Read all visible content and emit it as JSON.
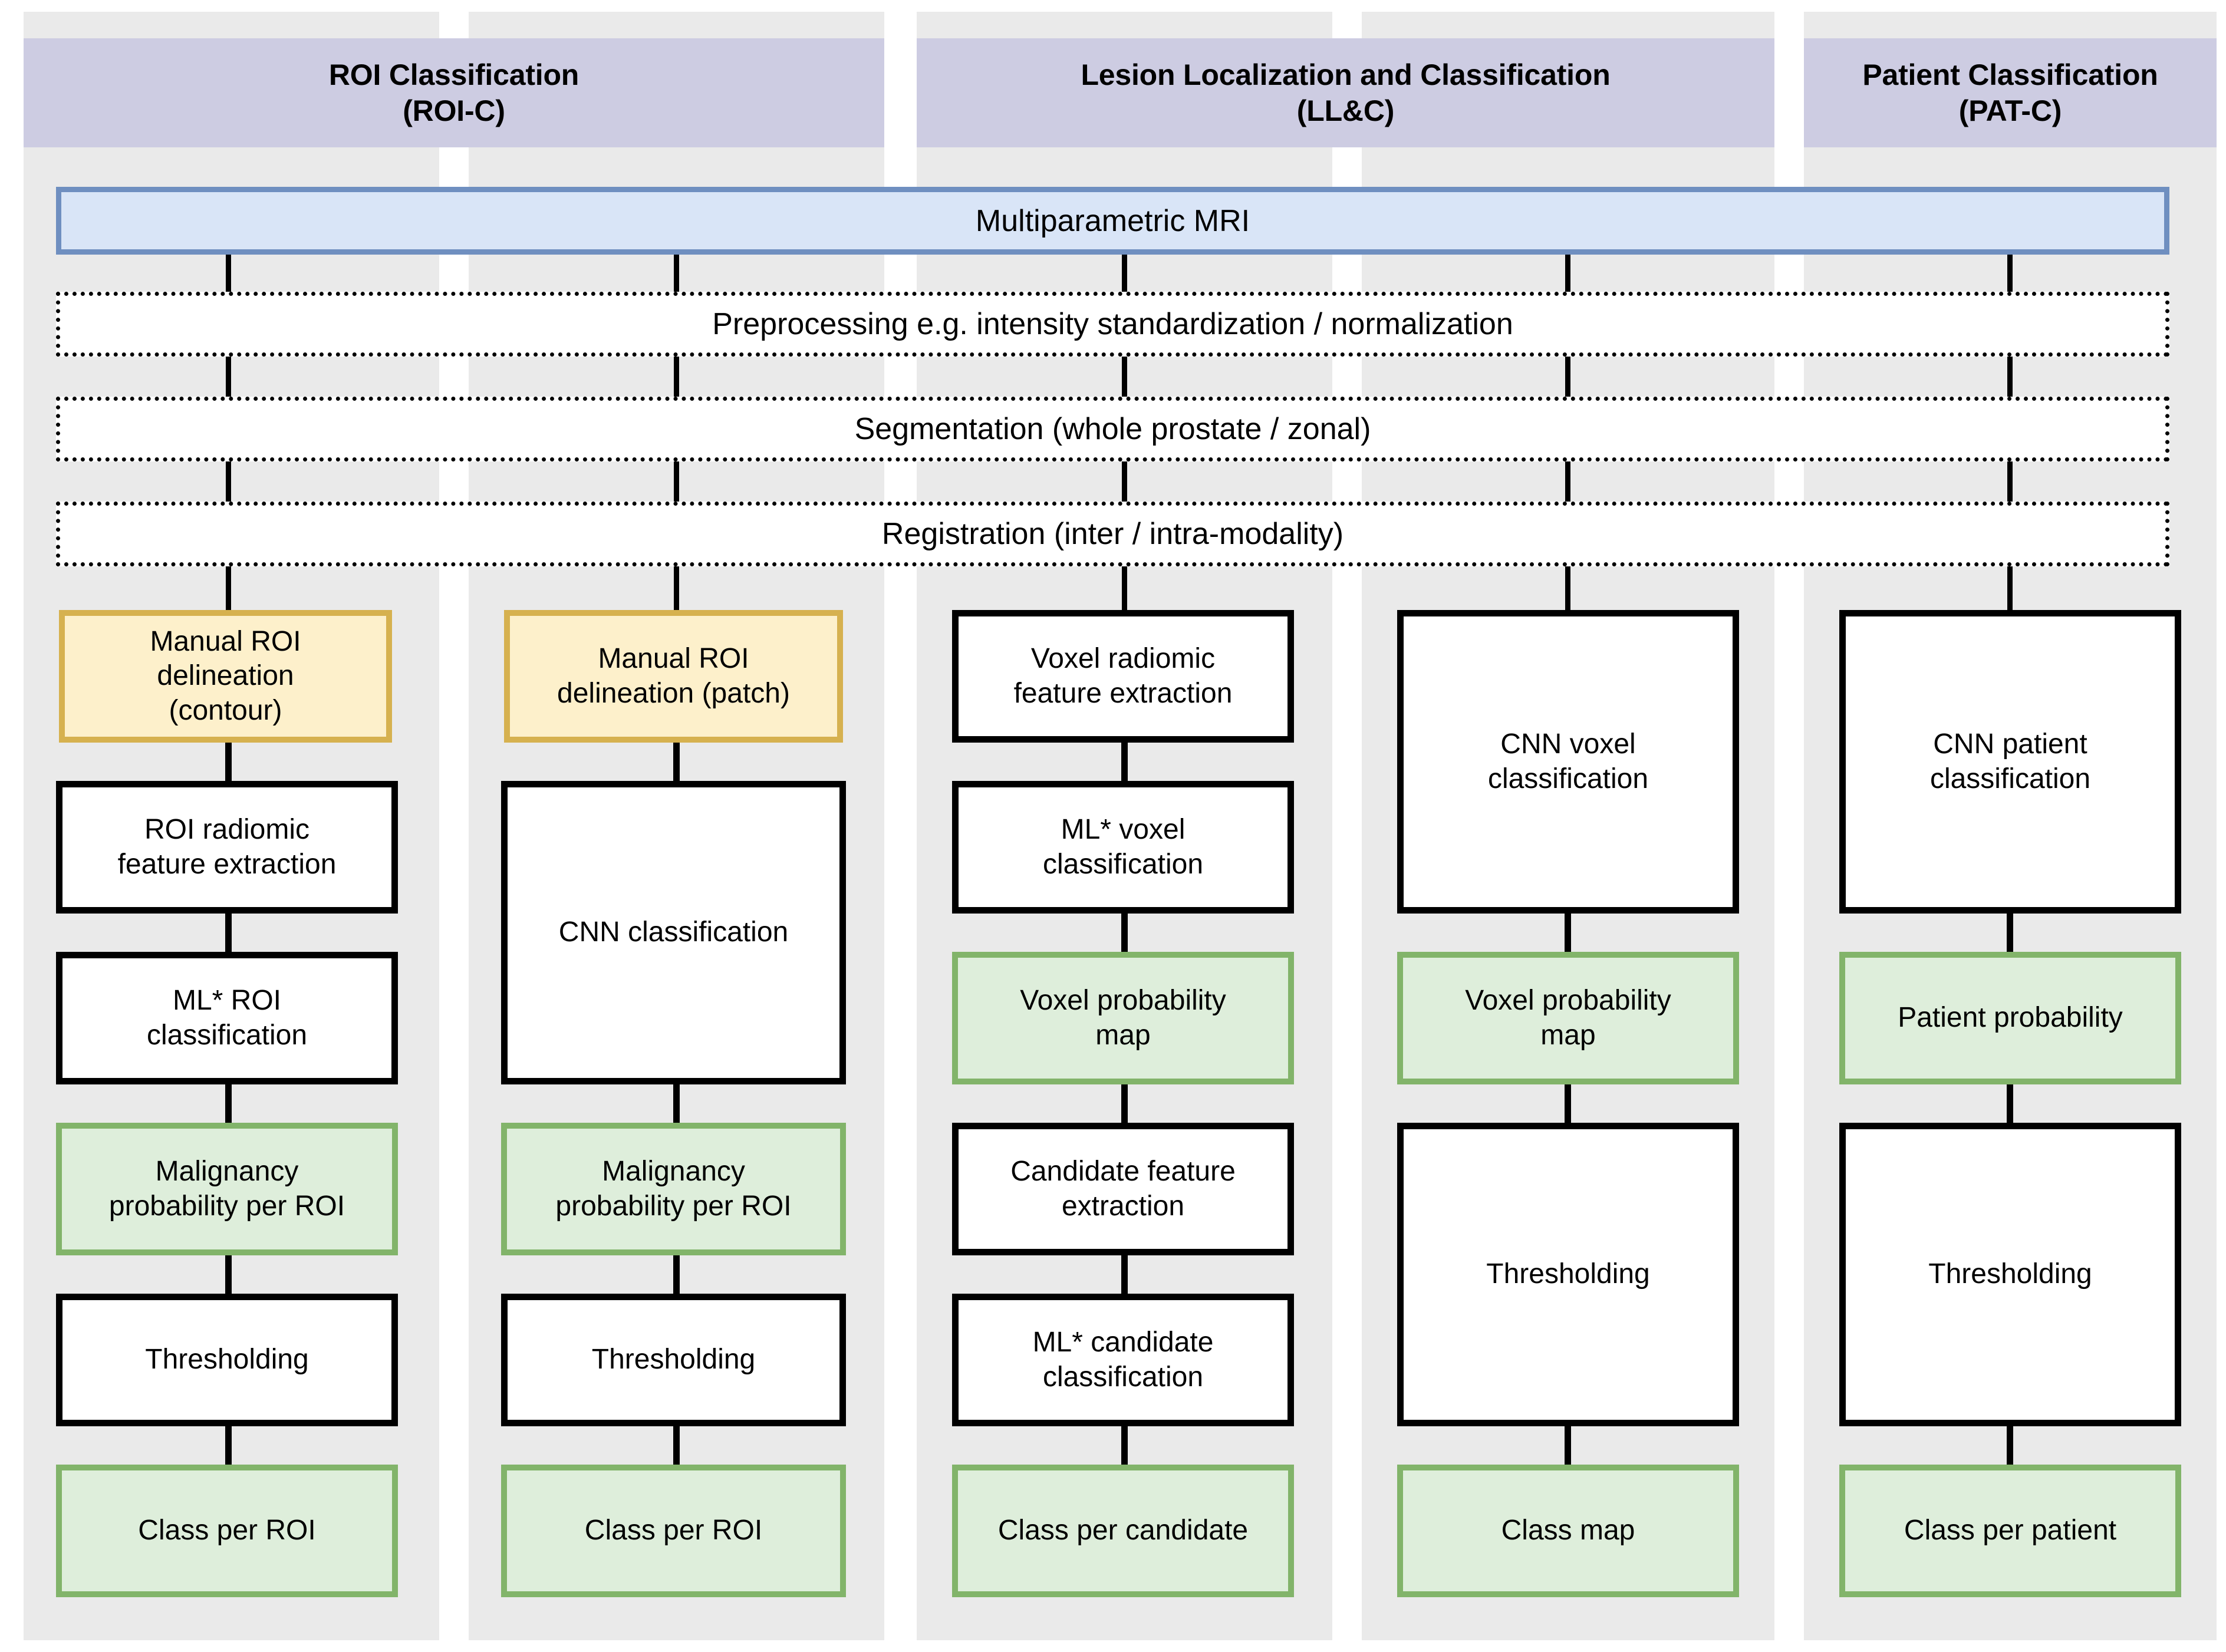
{
  "diagram": {
    "title": "Prostate MRI computer-aided diagnosis task taxonomy",
    "colors": {
      "panel_bg": "#EAEAEA",
      "header_purple": "#CDCCE2",
      "input_blue_fill": "#D9E5F7",
      "input_blue_border": "#6F8FC0",
      "manual_yellow_fill": "#FDF0CB",
      "manual_yellow_border": "#D6B14F",
      "output_green_fill": "#DEEEDB",
      "output_green_border": "#82B46A",
      "process_white_fill": "#FFFFFF",
      "process_border": "#000000"
    }
  },
  "groups": [
    {
      "id": "roi-c",
      "label": "ROI Classification\n(ROI-C)",
      "line1": "ROI Classification",
      "line2": "(ROI-C)"
    },
    {
      "id": "llc",
      "label": "Lesion Localization and Classification\n(LL&C)",
      "line1": "Lesion Localization and Classification",
      "line2": "(LL&C)"
    },
    {
      "id": "pat-c",
      "label": "Patient Classification\n(PAT-C)",
      "line1": "Patient Classification",
      "line2": "(PAT-C)"
    }
  ],
  "shared_stages": [
    {
      "id": "mpmri",
      "label": "Multiparametric MRI",
      "style": "input"
    },
    {
      "id": "preprocessing",
      "label": "Preprocessing e.g. intensity standardization / normalization",
      "style": "dotted"
    },
    {
      "id": "segmentation",
      "label": "Segmentation (whole prostate / zonal)",
      "style": "dotted"
    },
    {
      "id": "registration",
      "label": "Registration (inter / intra-modality)",
      "style": "dotted"
    }
  ],
  "pipelines": [
    {
      "id": "roi-contour",
      "group": "roi-c",
      "steps": [
        {
          "label": "Manual ROI delineation (contour)",
          "lines": [
            "Manual ROI",
            "delineation",
            "(contour)"
          ],
          "style": "yellow"
        },
        {
          "label": "ROI radiomic feature extraction",
          "lines": [
            "ROI radiomic",
            "feature extraction"
          ],
          "style": "white"
        },
        {
          "label": "ML* ROI classification",
          "lines": [
            "ML* ROI",
            "classification"
          ],
          "style": "white"
        },
        {
          "label": "Malignancy probability per ROI",
          "lines": [
            "Malignancy",
            "probability per ROI"
          ],
          "style": "green"
        },
        {
          "label": "Thresholding",
          "lines": [
            "Thresholding"
          ],
          "style": "white"
        },
        {
          "label": "Class per ROI",
          "lines": [
            "Class per ROI"
          ],
          "style": "green"
        }
      ]
    },
    {
      "id": "roi-patch",
      "group": "roi-c",
      "steps": [
        {
          "label": "Manual ROI delineation (patch)",
          "lines": [
            "Manual ROI",
            "delineation (patch)"
          ],
          "style": "yellow"
        },
        {
          "label": "CNN classification",
          "lines": [
            "CNN classification"
          ],
          "style": "white"
        },
        {
          "label": "Malignancy probability per ROI",
          "lines": [
            "Malignancy",
            "probability per ROI"
          ],
          "style": "green"
        },
        {
          "label": "Thresholding",
          "lines": [
            "Thresholding"
          ],
          "style": "white"
        },
        {
          "label": "Class per ROI",
          "lines": [
            "Class per ROI"
          ],
          "style": "green"
        }
      ]
    },
    {
      "id": "llc-radiomic",
      "group": "llc",
      "steps": [
        {
          "label": "Voxel radiomic feature extraction",
          "lines": [
            "Voxel radiomic",
            "feature extraction"
          ],
          "style": "white"
        },
        {
          "label": "ML* voxel classification",
          "lines": [
            "ML* voxel",
            "classification"
          ],
          "style": "white"
        },
        {
          "label": "Voxel probability map",
          "lines": [
            "Voxel probability",
            "map"
          ],
          "style": "green"
        },
        {
          "label": "Candidate feature extraction",
          "lines": [
            "Candidate feature",
            "extraction"
          ],
          "style": "white"
        },
        {
          "label": "ML* candidate classification",
          "lines": [
            "ML* candidate",
            "classification"
          ],
          "style": "white"
        },
        {
          "label": "Class per candidate",
          "lines": [
            "Class per candidate"
          ],
          "style": "green"
        }
      ]
    },
    {
      "id": "llc-cnn",
      "group": "llc",
      "steps": [
        {
          "label": "CNN voxel classification",
          "lines": [
            "CNN voxel",
            "classification"
          ],
          "style": "white"
        },
        {
          "label": "Voxel probability map",
          "lines": [
            "Voxel probability",
            "map"
          ],
          "style": "green"
        },
        {
          "label": "Thresholding",
          "lines": [
            "Thresholding"
          ],
          "style": "white"
        },
        {
          "label": "Class map",
          "lines": [
            "Class map"
          ],
          "style": "green"
        }
      ]
    },
    {
      "id": "pat-cnn",
      "group": "pat-c",
      "steps": [
        {
          "label": "CNN patient classification",
          "lines": [
            "CNN patient",
            "classification"
          ],
          "style": "white"
        },
        {
          "label": "Patient probability",
          "lines": [
            "Patient probability"
          ],
          "style": "green"
        },
        {
          "label": "Thresholding",
          "lines": [
            "Thresholding"
          ],
          "style": "white"
        },
        {
          "label": "Class per patient",
          "lines": [
            "Class per patient"
          ],
          "style": "green"
        }
      ]
    }
  ],
  "text": {
    "group_roi_l1": "ROI Classification",
    "group_roi_l2": "(ROI-C)",
    "group_llc_l1": "Lesion Localization and Classification",
    "group_llc_l2": "(LL&C)",
    "group_pat_l1": "Patient Classification",
    "group_pat_l2": "(PAT-C)",
    "mpmri": "Multiparametric MRI",
    "preprocessing": "Preprocessing e.g. intensity standardization / normalization",
    "segmentation": "Segmentation (whole prostate / zonal)",
    "registration": "Registration (inter / intra-modality)",
    "c1_s1_l1": "Manual ROI",
    "c1_s1_l2": "delineation",
    "c1_s1_l3": "(contour)",
    "c1_s2_l1": "ROI radiomic",
    "c1_s2_l2": "feature extraction",
    "c1_s3_l1": "ML* ROI",
    "c1_s3_l2": "classification",
    "c1_s4_l1": "Malignancy",
    "c1_s4_l2": "probability per ROI",
    "c1_s5": "Thresholding",
    "c1_s6": "Class per ROI",
    "c2_s1_l1": "Manual ROI",
    "c2_s1_l2": "delineation (patch)",
    "c2_s2": "CNN classification",
    "c2_s3_l1": "Malignancy",
    "c2_s3_l2": "probability per ROI",
    "c2_s4": "Thresholding",
    "c2_s5": "Class per ROI",
    "c3_s1_l1": "Voxel radiomic",
    "c3_s1_l2": "feature extraction",
    "c3_s2_l1": "ML* voxel",
    "c3_s2_l2": "classification",
    "c3_s3_l1": "Voxel probability",
    "c3_s3_l2": "map",
    "c3_s4_l1": "Candidate feature",
    "c3_s4_l2": "extraction",
    "c3_s5_l1": "ML* candidate",
    "c3_s5_l2": "classification",
    "c3_s6": "Class per candidate",
    "c4_s1_l1": "CNN voxel",
    "c4_s1_l2": "classification",
    "c4_s2_l1": "Voxel probability",
    "c4_s2_l2": "map",
    "c4_s3": "Thresholding",
    "c4_s4": "Class map",
    "c5_s1_l1": "CNN patient",
    "c5_s1_l2": "classification",
    "c5_s2": "Patient probability",
    "c5_s3": "Thresholding",
    "c5_s4": "Class per patient"
  }
}
